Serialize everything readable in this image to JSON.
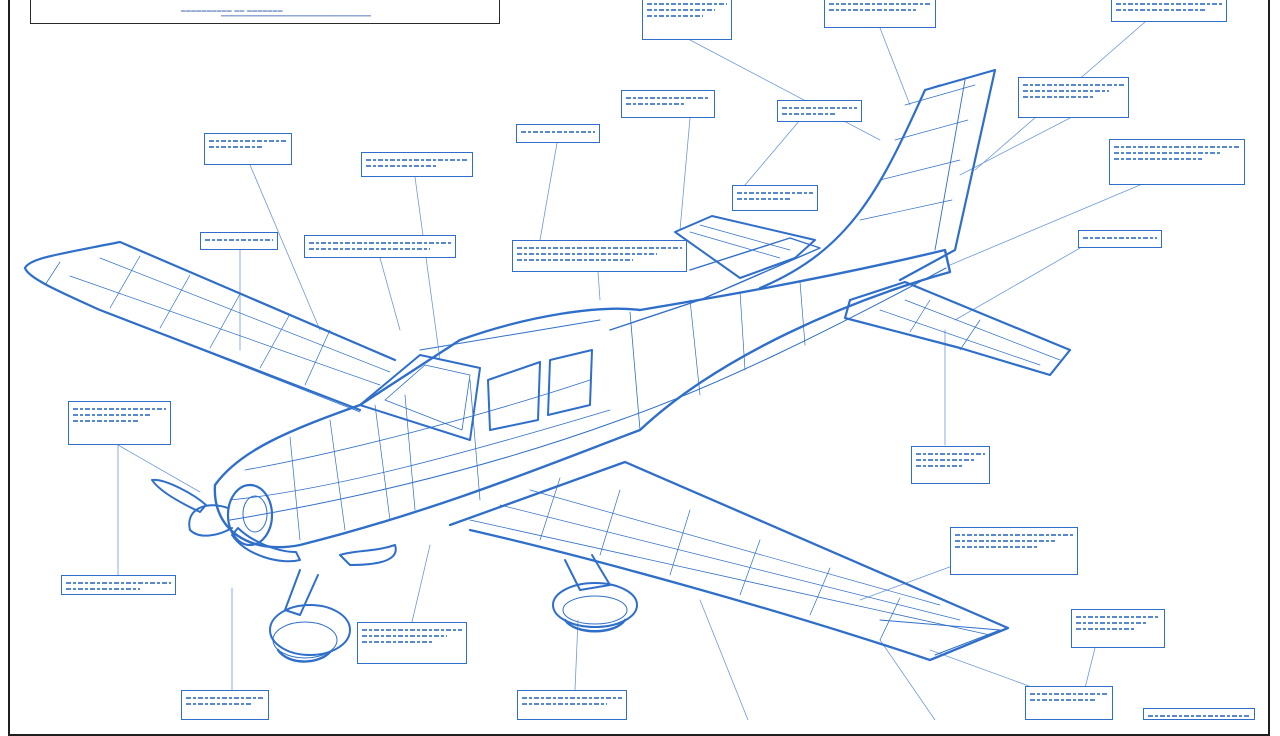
{
  "colors": {
    "ink": "#2f6fca",
    "frame": "#1f1f1f",
    "paper": "#ffffff"
  },
  "callouts": [
    {
      "id": "c1",
      "lines": 2
    },
    {
      "id": "c2",
      "lines": 1
    },
    {
      "id": "c3",
      "lines": 1
    },
    {
      "id": "c4",
      "lines": 2
    },
    {
      "id": "c5",
      "lines": 2
    },
    {
      "id": "c6",
      "lines": 1
    },
    {
      "id": "c7",
      "lines": 2
    },
    {
      "id": "c8",
      "lines": 2
    },
    {
      "id": "c9",
      "lines": 1
    },
    {
      "id": "c10",
      "lines": 2
    },
    {
      "id": "c11",
      "lines": 1
    },
    {
      "id": "c12",
      "lines": 3
    },
    {
      "id": "c13",
      "lines": 3
    },
    {
      "id": "c14",
      "lines": 3
    },
    {
      "id": "c15",
      "lines": 1
    },
    {
      "id": "c16",
      "lines": 3
    },
    {
      "id": "c17",
      "lines": 3
    },
    {
      "id": "c18",
      "lines": 2
    },
    {
      "id": "c19",
      "lines": 3
    },
    {
      "id": "c20",
      "lines": 3
    },
    {
      "id": "c21",
      "lines": 3
    },
    {
      "id": "c22",
      "lines": 2
    },
    {
      "id": "c23",
      "lines": 2
    },
    {
      "id": "c24",
      "lines": 2
    },
    {
      "id": "c25",
      "lines": 2
    },
    {
      "id": "c26",
      "lines": 1
    }
  ]
}
